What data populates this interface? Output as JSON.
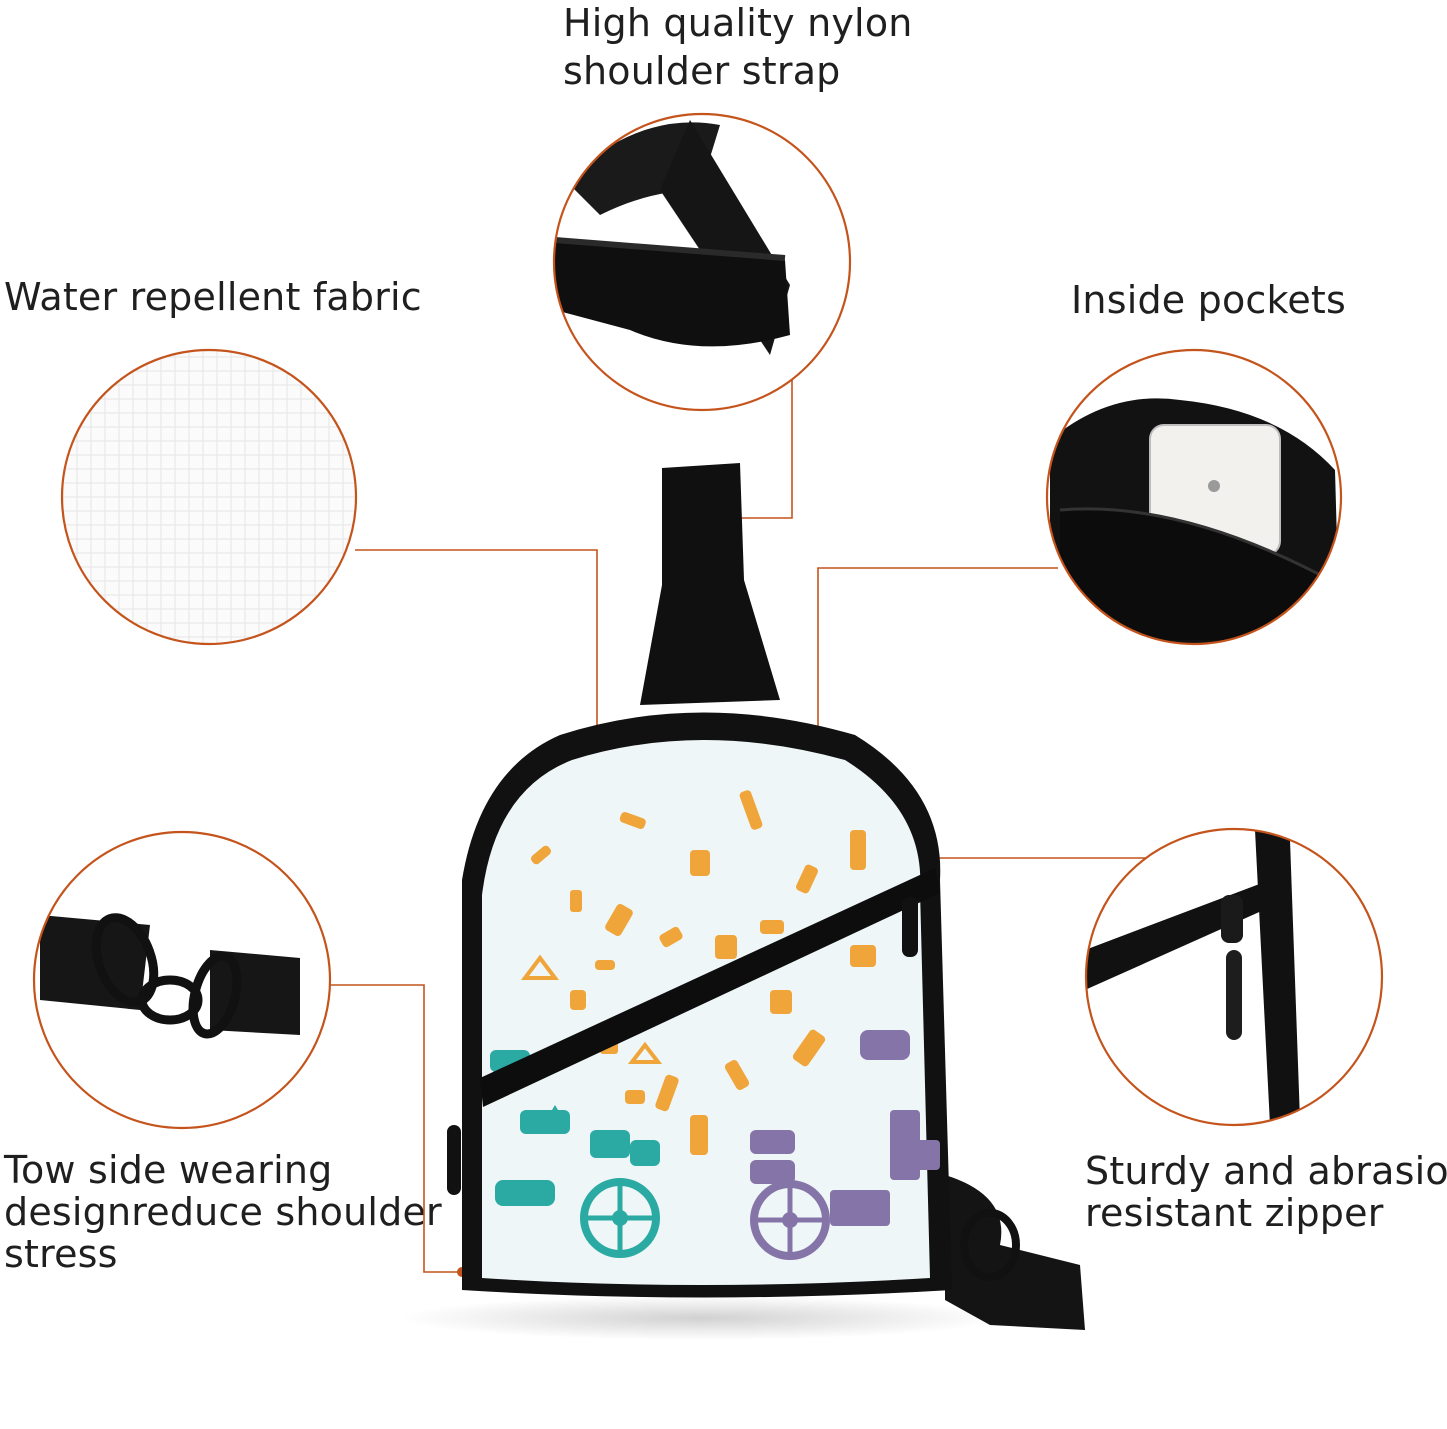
{
  "features": {
    "strap_line1": "High quality nylon",
    "strap_line2": "shoulder strap",
    "fabric": "Water repellent fabric",
    "pockets": "Inside pockets",
    "wearing_line1": "Tow side wearing",
    "wearing_line2": "designreduce shoulder",
    "wearing_line3": "stress",
    "zipper_line1": "Sturdy and abrasion",
    "zipper_line2": "resistant zipper"
  },
  "colors": {
    "accent": "#c4541c",
    "bag_body": "#eef6f8",
    "bag_trim": "#111111",
    "teal": "#2aaaa3",
    "orange": "#f0a53a",
    "purple": "#8574a8"
  }
}
